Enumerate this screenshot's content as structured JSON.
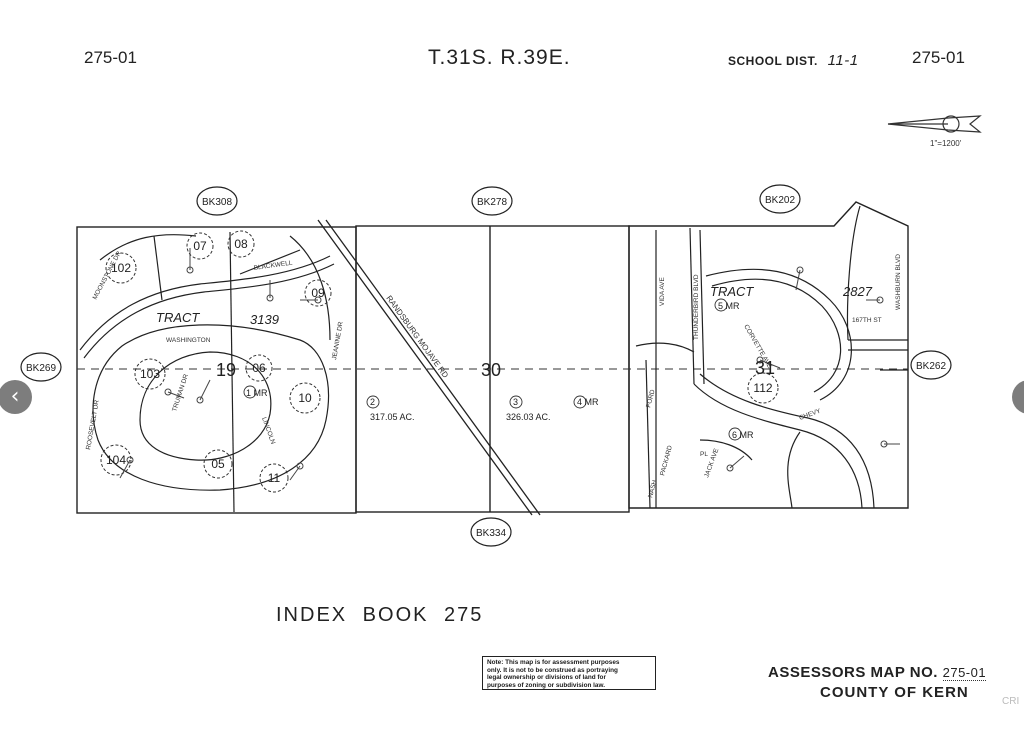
{
  "header": {
    "map_left": "275-01",
    "township_range": "T.31S. R.39E.",
    "school_dist_label": "SCHOOL DIST.",
    "school_dist_value": "11-1",
    "map_right": "275-01",
    "scale": "1\"=1200'"
  },
  "book_refs": {
    "top_left": "BK308",
    "top_mid": "BK278",
    "top_right": "BK202",
    "left": "BK269",
    "right": "BK262",
    "bottom": "BK334"
  },
  "sections": {
    "left": "19",
    "mid": "30",
    "right": "31"
  },
  "tracts": [
    {
      "label": "TRACT",
      "number": "3139"
    },
    {
      "label": "TRACT",
      "number": "2827"
    }
  ],
  "parcels": [
    {
      "id": "02",
      "label": "102"
    },
    {
      "id": "07",
      "label": "07"
    },
    {
      "id": "08",
      "label": "08"
    },
    {
      "id": "09",
      "label": "09"
    },
    {
      "id": "03",
      "label": "103"
    },
    {
      "id": "06",
      "label": "06"
    },
    {
      "id": "10",
      "label": "10"
    },
    {
      "id": "04",
      "label": "104"
    },
    {
      "id": "05",
      "label": "05"
    },
    {
      "id": "11",
      "label": "11"
    },
    {
      "id": "12",
      "label": "112"
    }
  ],
  "map_refs": [
    "1 MR",
    "2",
    "3",
    "4 MR",
    "5 MR",
    "6 MR"
  ],
  "acreage": [
    "317.05 AC.",
    "326.03 AC."
  ],
  "streets": [
    "MOONSTONE DR",
    "BLACKWELL",
    "WASHINGTON",
    "JEANINE DR",
    "ROOSEVELT DR",
    "TRUMAN DR",
    "LINCOLN",
    "RANDSBURG MOJAVE RD",
    "VIDA AVE",
    "THUNDERBIRD BLVD",
    "CORVETTE AVE",
    "167TH ST",
    "WASHBURN BLVD",
    "PACKARD",
    "CHEVY",
    "JACK AVE",
    "PL",
    "NASH",
    "FORD"
  ],
  "footer": {
    "index": "INDEX BOOK 275",
    "note_lines": [
      "Note: This map is for assessment purposes",
      "only. It is not to be construed as portraying",
      "legal ownership or divisions of land for",
      "purposes of zoning or subdivision law."
    ],
    "assessor_label": "ASSESSORS MAP NO.",
    "assessor_no": "275-01",
    "county": "COUNTY OF KERN",
    "watermark": "CRI"
  },
  "nav": {
    "prev": "‹",
    "next": "›"
  }
}
